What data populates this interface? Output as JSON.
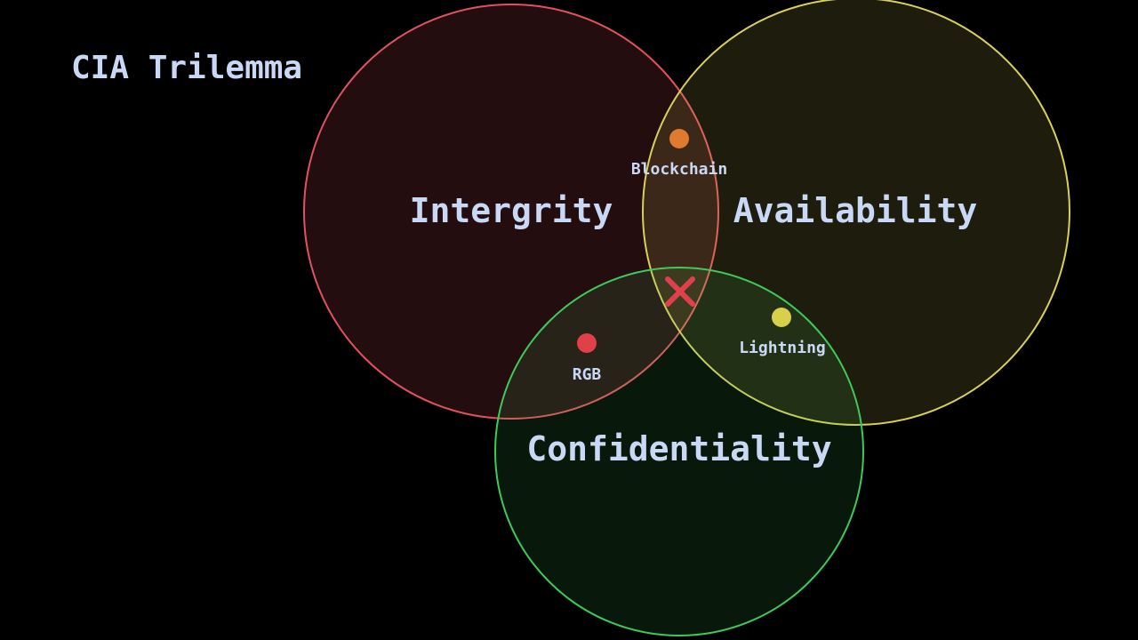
{
  "title": "CIA Trilemma",
  "circles": [
    {
      "id": "integrity",
      "label": "Intergrity",
      "stroke": "#e0525e",
      "fill": "#e0525e"
    },
    {
      "id": "availability",
      "label": "Availability",
      "stroke": "#d8d05a",
      "fill": "#d8d05a"
    },
    {
      "id": "confidentiality",
      "label": "Confidentiality",
      "stroke": "#3fc95a",
      "fill": "#3fc95a"
    }
  ],
  "points": [
    {
      "id": "blockchain",
      "label": "Blockchain",
      "color": "#e07a2e"
    },
    {
      "id": "rgb",
      "label": "RGB",
      "color": "#e0404a"
    },
    {
      "id": "lightning",
      "label": "Lightning",
      "color": "#d8d04a"
    }
  ],
  "center_mark": {
    "symbol": "×",
    "color": "#e0404a"
  }
}
